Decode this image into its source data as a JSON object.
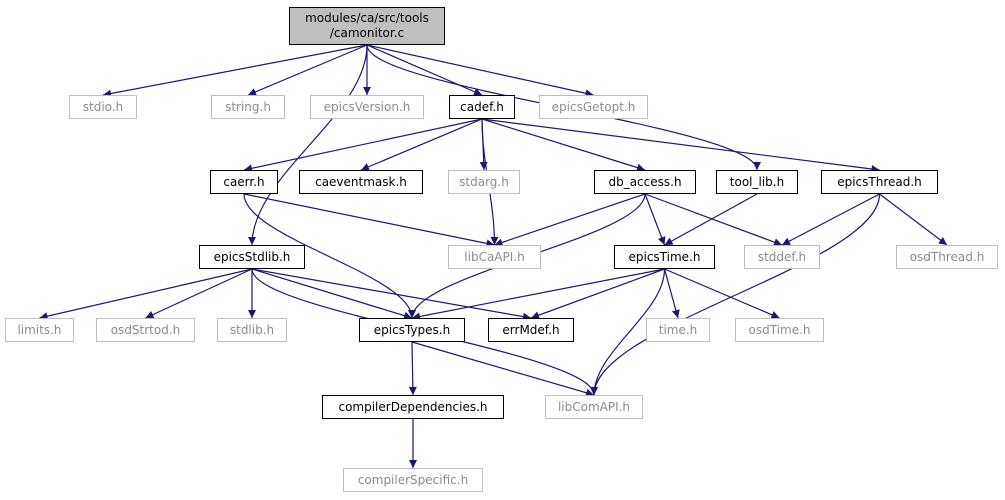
{
  "root": {
    "line1": "modules/ca/src/tools",
    "line2": "/camonitor.c"
  },
  "nodes": {
    "stdio": "stdio.h",
    "string": "string.h",
    "epicsVersion": "epicsVersion.h",
    "cadef": "cadef.h",
    "epicsGetopt": "epicsGetopt.h",
    "caerr": "caerr.h",
    "caeventmask": "caeventmask.h",
    "stdarg": "stdarg.h",
    "db_access": "db_access.h",
    "tool_lib": "tool_lib.h",
    "epicsThread": "epicsThread.h",
    "epicsStdlib": "epicsStdlib.h",
    "libCaAPI": "libCaAPI.h",
    "epicsTime": "epicsTime.h",
    "stddef": "stddef.h",
    "osdThread": "osdThread.h",
    "limits": "limits.h",
    "osdStrtod": "osdStrtod.h",
    "stdlib": "stdlib.h",
    "epicsTypes": "epicsTypes.h",
    "errMdef": "errMdef.h",
    "time": "time.h",
    "osdTime": "osdTime.h",
    "compilerDependencies": "compilerDependencies.h",
    "libComAPI": "libComAPI.h",
    "compilerSpecific": "compilerSpecific.h"
  },
  "edges": [
    [
      "root",
      "stdio"
    ],
    [
      "root",
      "string"
    ],
    [
      "root",
      "epicsVersion"
    ],
    [
      "root",
      "cadef"
    ],
    [
      "root",
      "epicsGetopt"
    ],
    [
      "root",
      "tool_lib"
    ],
    [
      "root",
      "epicsStdlib"
    ],
    [
      "cadef",
      "caerr"
    ],
    [
      "cadef",
      "caeventmask"
    ],
    [
      "cadef",
      "stdarg"
    ],
    [
      "cadef",
      "db_access"
    ],
    [
      "cadef",
      "epicsThread"
    ],
    [
      "cadef",
      "libCaAPI"
    ],
    [
      "caerr",
      "libCaAPI"
    ],
    [
      "caerr",
      "epicsTypes"
    ],
    [
      "db_access",
      "libCaAPI"
    ],
    [
      "db_access",
      "epicsTime"
    ],
    [
      "db_access",
      "stddef"
    ],
    [
      "db_access",
      "epicsTypes"
    ],
    [
      "tool_lib",
      "epicsTime"
    ],
    [
      "epicsThread",
      "stddef"
    ],
    [
      "epicsThread",
      "osdThread"
    ],
    [
      "epicsThread",
      "libComAPI"
    ],
    [
      "epicsStdlib",
      "limits"
    ],
    [
      "epicsStdlib",
      "osdStrtod"
    ],
    [
      "epicsStdlib",
      "stdlib"
    ],
    [
      "epicsStdlib",
      "epicsTypes"
    ],
    [
      "epicsStdlib",
      "errMdef"
    ],
    [
      "epicsStdlib",
      "libComAPI"
    ],
    [
      "epicsTime",
      "epicsTypes"
    ],
    [
      "epicsTime",
      "errMdef"
    ],
    [
      "epicsTime",
      "time"
    ],
    [
      "epicsTime",
      "osdTime"
    ],
    [
      "epicsTime",
      "libComAPI"
    ],
    [
      "epicsTypes",
      "compilerDependencies"
    ],
    [
      "epicsTypes",
      "libComAPI"
    ],
    [
      "compilerDependencies",
      "compilerSpecific"
    ]
  ],
  "colors": {
    "edge": "#191970",
    "local_border": "#000000",
    "external_border": "#bfbfbf",
    "root_fill": "#bfbfbf"
  }
}
